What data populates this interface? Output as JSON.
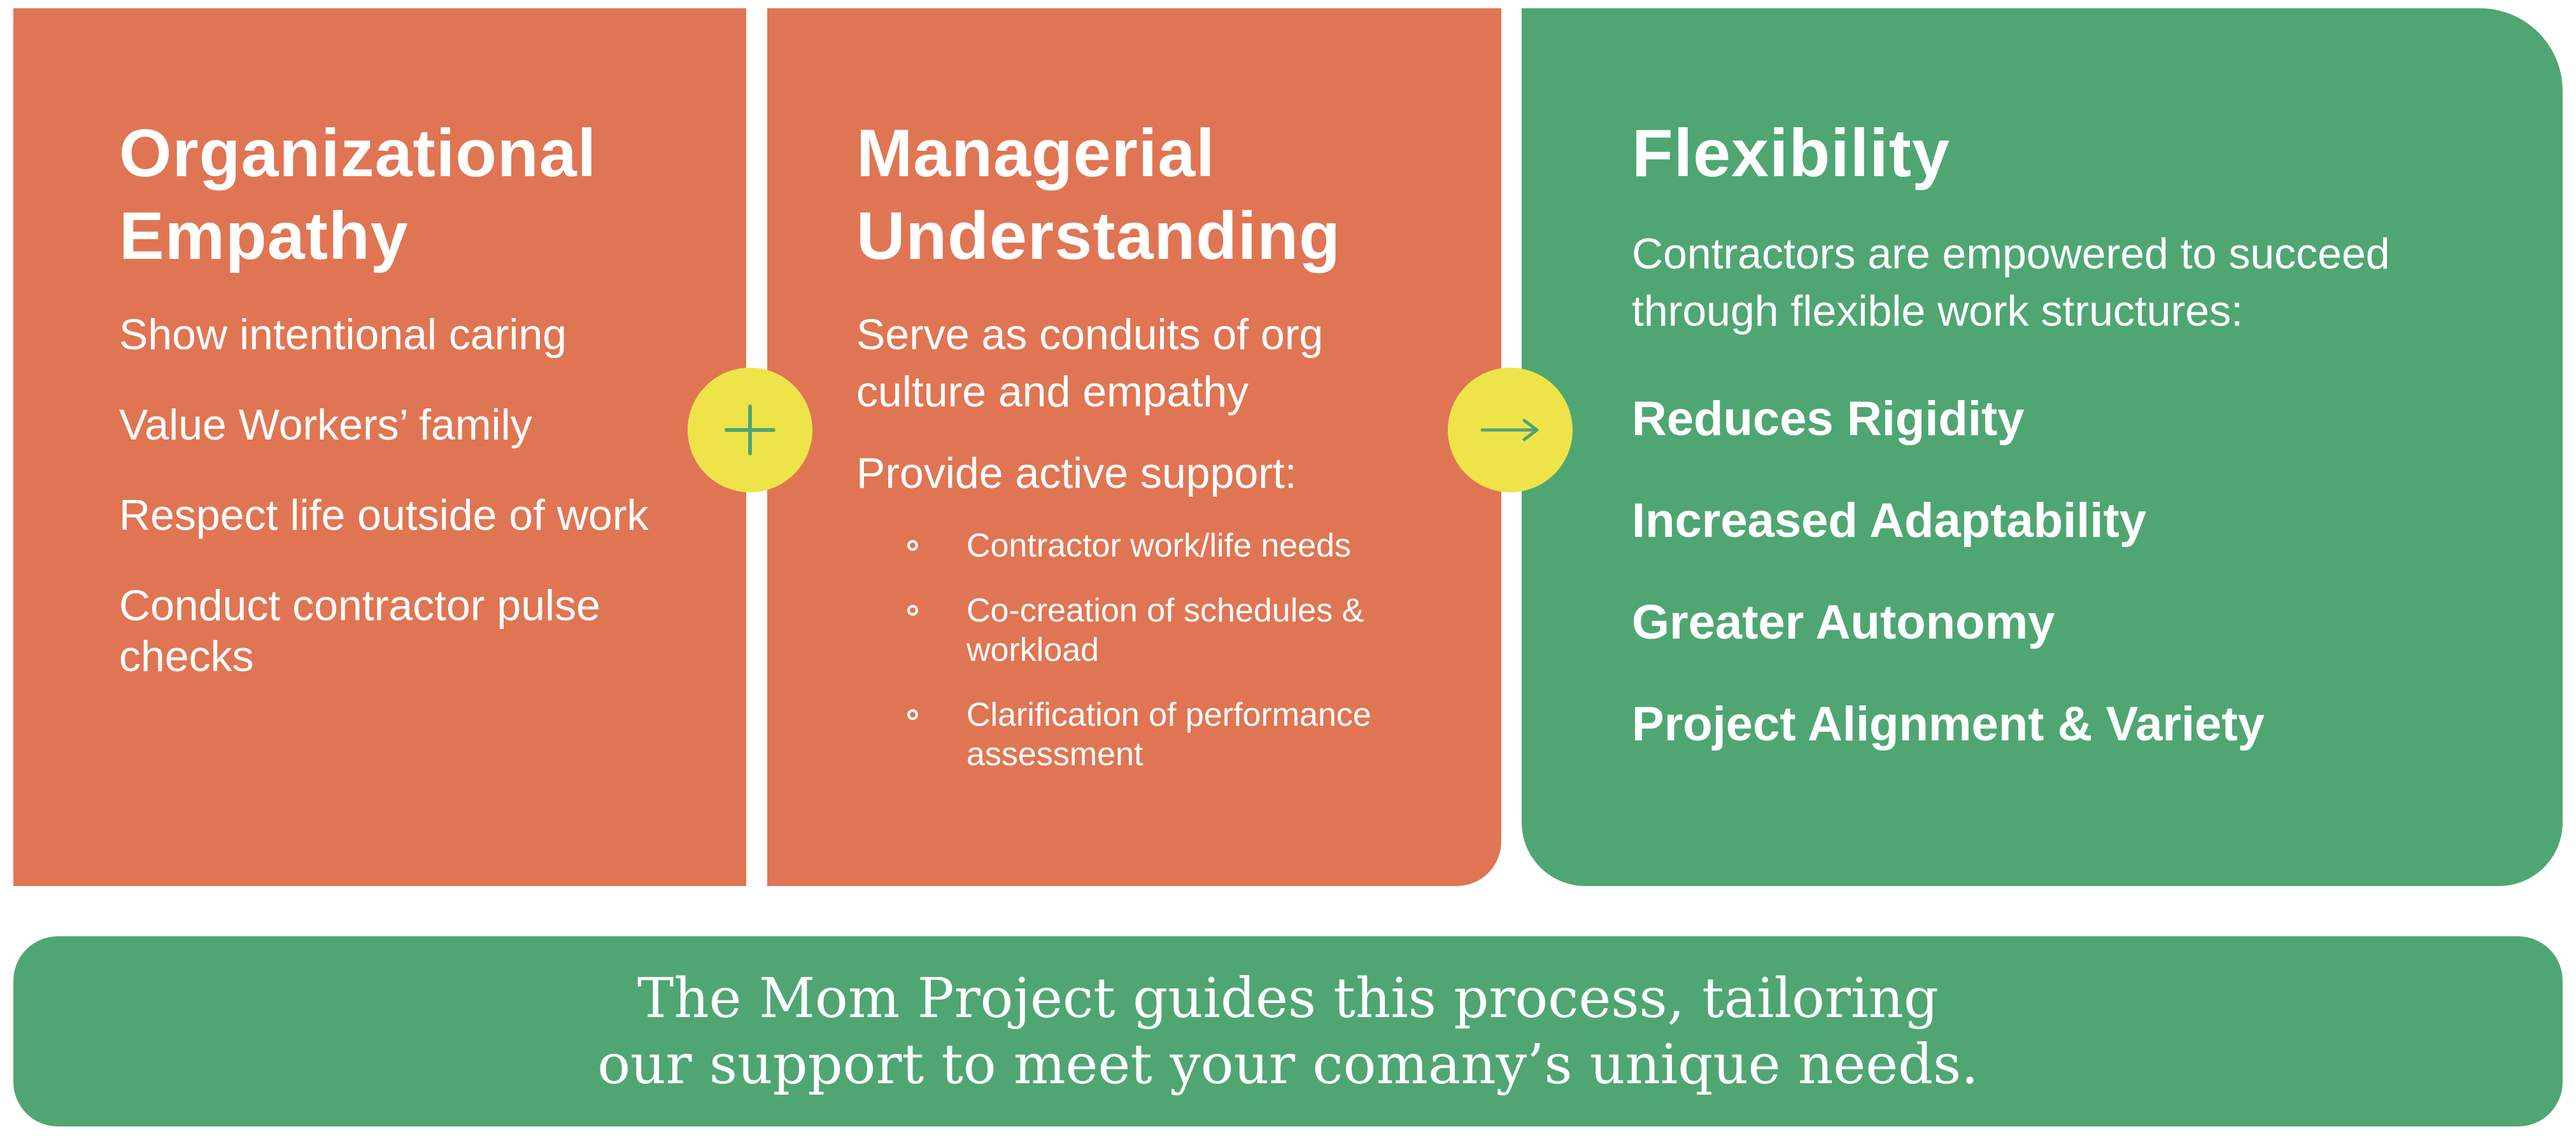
{
  "colors": {
    "orange": "#E07553",
    "green": "#4FA673",
    "yellow": "#EEE44A",
    "white": "#FFFFFF"
  },
  "panels": {
    "organizational_empathy": {
      "title": "Organizational\nEmpathy",
      "items": [
        "Show intentional caring",
        "Value Workers’ family",
        "Respect life outside of work",
        "Conduct contractor pulse checks"
      ]
    },
    "managerial_understanding": {
      "title": "Managerial\nUnderstanding",
      "description": "Serve as conduits of org culture and empathy",
      "support_heading": "Provide active support:",
      "support_items": [
        "Contractor work/life needs",
        "Co-creation of schedules & workload",
        "Clarification of performance assessment"
      ]
    },
    "flexibility": {
      "title": "Flexibility",
      "description": "Contractors are empowered to succeed through flexible work structures:",
      "benefits": [
        "Reduces Rigidity",
        "Increased Adaptability",
        "Greater Autonomy",
        "Project Alignment & Variety"
      ]
    }
  },
  "connectors": {
    "plus_icon": "plus-icon",
    "arrow_icon": "arrow-right-icon"
  },
  "banner": {
    "text": "The Mom Project guides this process, tailoring our support to meet your comany’s unique needs."
  }
}
